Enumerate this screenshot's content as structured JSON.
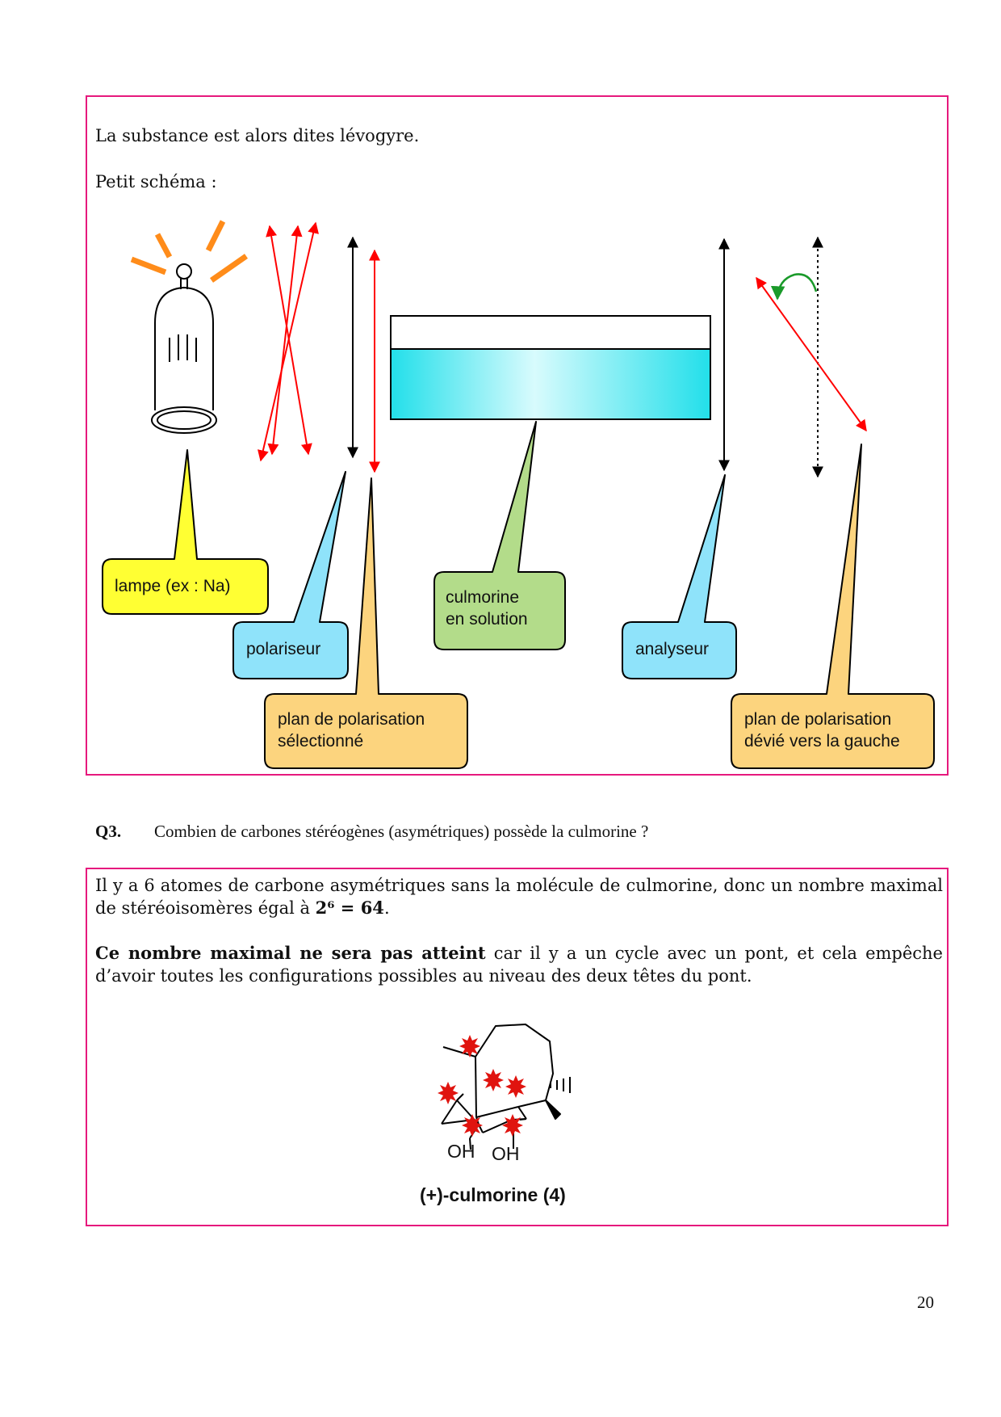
{
  "box1": {
    "line1": "La substance est alors dites lévogyre.",
    "line2": "Petit schéma :"
  },
  "schema": {
    "lamp": "lampe (ex : Na)",
    "polarizer": "polariseur",
    "plane_selected": [
      "plan de polarisation",
      "sélectionné"
    ],
    "solution": [
      "culmorine",
      "en solution"
    ],
    "analyzer": "analyseur",
    "plane_deviated": [
      "plan de polarisation",
      "dévié vers la gauche"
    ],
    "colors": {
      "lamp_callout": "#ffff33",
      "polarizer_callout": "#8fe3fa",
      "plane_callout": "#fcd47e",
      "solution_callout": "#b3dc8a",
      "arrow_red": "#ff0000",
      "ray_orange": "#ff8c1a",
      "rotation_green": "#1a9a2a",
      "liquid_cyan": "#2ee6ee"
    }
  },
  "q3": {
    "number": "Q3.",
    "question": "Combien de carbones stéréogènes (asymétriques) possède la culmorine ?"
  },
  "box2": {
    "para1_a": "Il y a 6 atomes de carbone asymétriques sans la molécule de culmorine, donc un nombre maximal de stéréoisomères égal à ",
    "para1_math": "2⁶ = 64",
    "para1_end": ".",
    "para2_bold": "Ce nombre maximal ne sera pas atteint",
    "para2_rest": " car il y a un cycle avec un pont, et cela empêche d’avoir toutes les configurations possibles au niveau des deux têtes du pont.",
    "oh1": "OH",
    "oh2": "OH",
    "caption": "(+)-culmorine (4)"
  },
  "page_number": "20"
}
